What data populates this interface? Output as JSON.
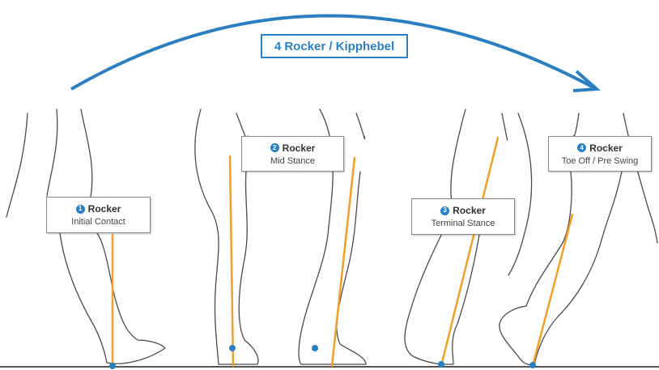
{
  "title": "4 Rocker / Kipphebel",
  "colors": {
    "accent": "#2b7fc0",
    "axis": "#f0a028",
    "outline": "#4a4a4a"
  },
  "rockers": [
    {
      "number": "1",
      "label": "Rocker",
      "phase": "Initial Contact"
    },
    {
      "number": "2",
      "label": "Rocker",
      "phase": "Mid Stance"
    },
    {
      "number": "3",
      "label": "Rocker",
      "phase": "Terminal Stance"
    },
    {
      "number": "4",
      "label": "Rocker",
      "phase": "Toe Off / Pre Swing"
    }
  ]
}
